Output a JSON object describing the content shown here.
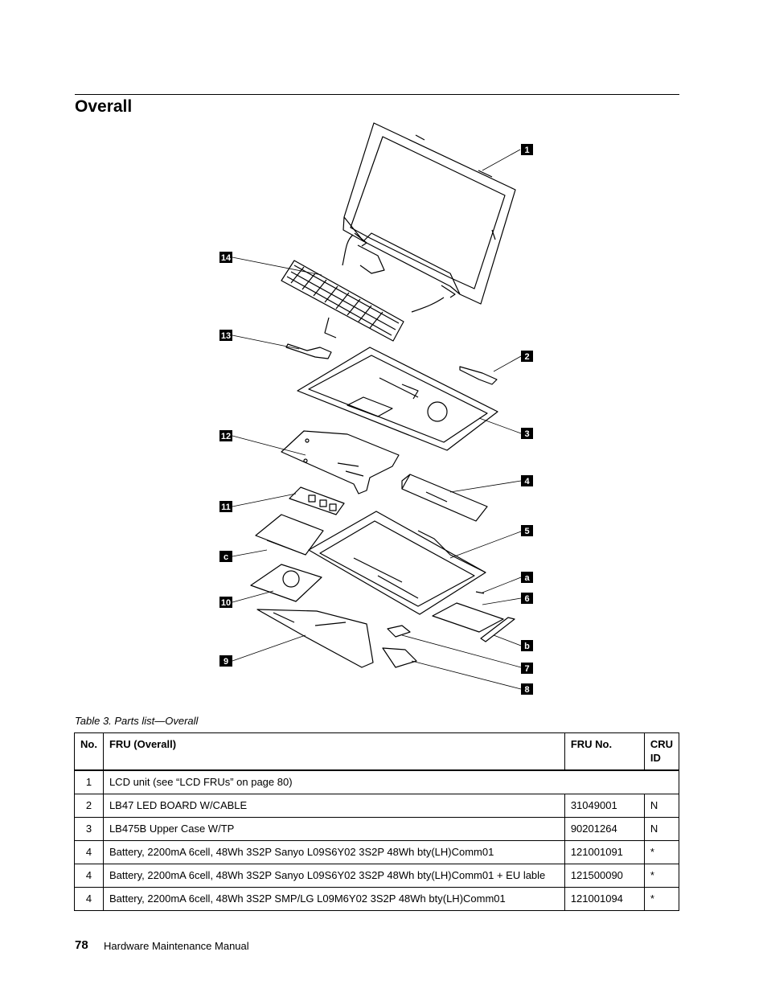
{
  "section_title": "Overall",
  "figure": {
    "callouts": [
      "1",
      "14",
      "13",
      "2",
      "3",
      "12",
      "4",
      "11",
      "5",
      "c",
      "a",
      "6",
      "10",
      "b",
      "9",
      "7",
      "8"
    ]
  },
  "table": {
    "caption": "Table 3.  Parts list—Overall",
    "headers": {
      "no": "No.",
      "fru": "FRU (Overall)",
      "fru_no": "FRU No.",
      "cru_id": "CRU ID"
    },
    "rows": [
      {
        "no": "1",
        "fru": "LCD unit (see “LCD FRUs” on page 80)",
        "fru_no": "",
        "cru_id": ""
      },
      {
        "no": "2",
        "fru": "LB47 LED BOARD W/CABLE",
        "fru_no": "31049001",
        "cru_id": "N"
      },
      {
        "no": "3",
        "fru": "LB475B Upper Case W/TP",
        "fru_no": "90201264",
        "cru_id": "N"
      },
      {
        "no": "4",
        "fru": "Battery, 2200mA 6cell, 48Wh 3S2P Sanyo L09S6Y02 3S2P 48Wh bty(LH)Comm01",
        "fru_no": "121001091",
        "cru_id": "*"
      },
      {
        "no": "4",
        "fru": "Battery, 2200mA 6cell, 48Wh 3S2P Sanyo L09S6Y02 3S2P 48Wh bty(LH)Comm01 + EU lable",
        "fru_no": "121500090",
        "cru_id": "*"
      },
      {
        "no": "4",
        "fru": "Battery, 2200mA 6cell, 48Wh 3S2P SMP/LG L09M6Y02 3S2P 48Wh bty(LH)Comm01",
        "fru_no": "121001094",
        "cru_id": "*"
      }
    ]
  },
  "footer": {
    "page_number": "78",
    "manual_title": "Hardware Maintenance Manual"
  }
}
